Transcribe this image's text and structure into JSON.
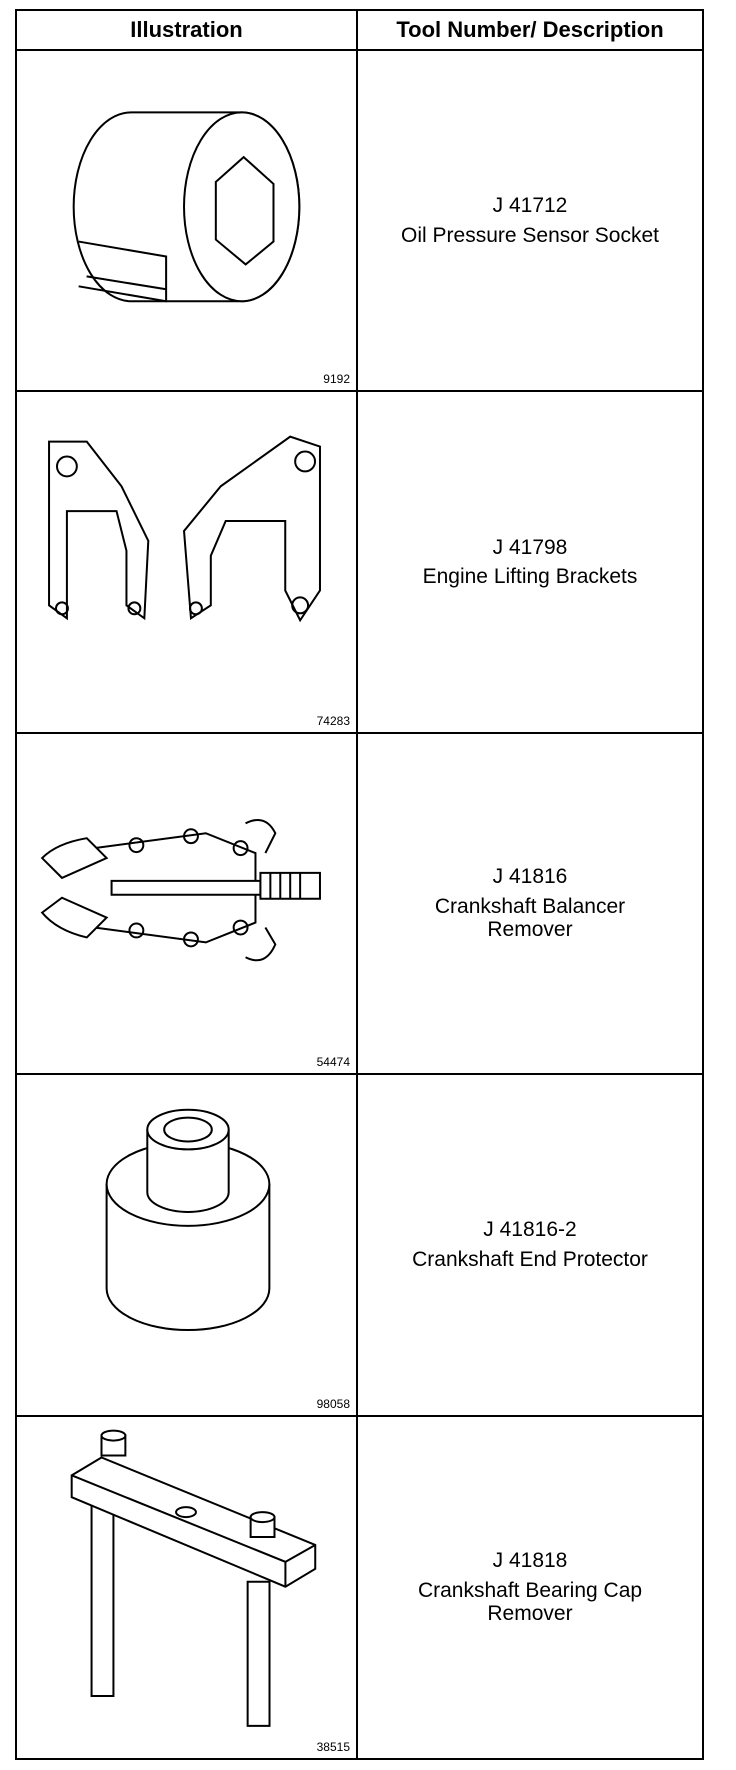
{
  "table": {
    "headers": {
      "illustration": "Illustration",
      "description": "Tool Number/ Description"
    },
    "rows": [
      {
        "figure": "9192",
        "tool_number": "J 41712",
        "description": "Oil Pressure Sensor Socket",
        "icon": "sensor-socket-icon"
      },
      {
        "figure": "74283",
        "tool_number": "J 41798",
        "description": "Engine Lifting Brackets",
        "icon": "lifting-brackets-icon"
      },
      {
        "figure": "54474",
        "tool_number": "J 41816",
        "description": "Crankshaft Balancer\nRemover",
        "icon": "balancer-remover-icon"
      },
      {
        "figure": "98058",
        "tool_number": "J 41816-2",
        "description": "Crankshaft End Protector",
        "icon": "end-protector-icon"
      },
      {
        "figure": "38515",
        "tool_number": "J 41818",
        "description": "Crankshaft Bearing Cap\nRemover",
        "icon": "bearing-cap-remover-icon"
      }
    ]
  }
}
